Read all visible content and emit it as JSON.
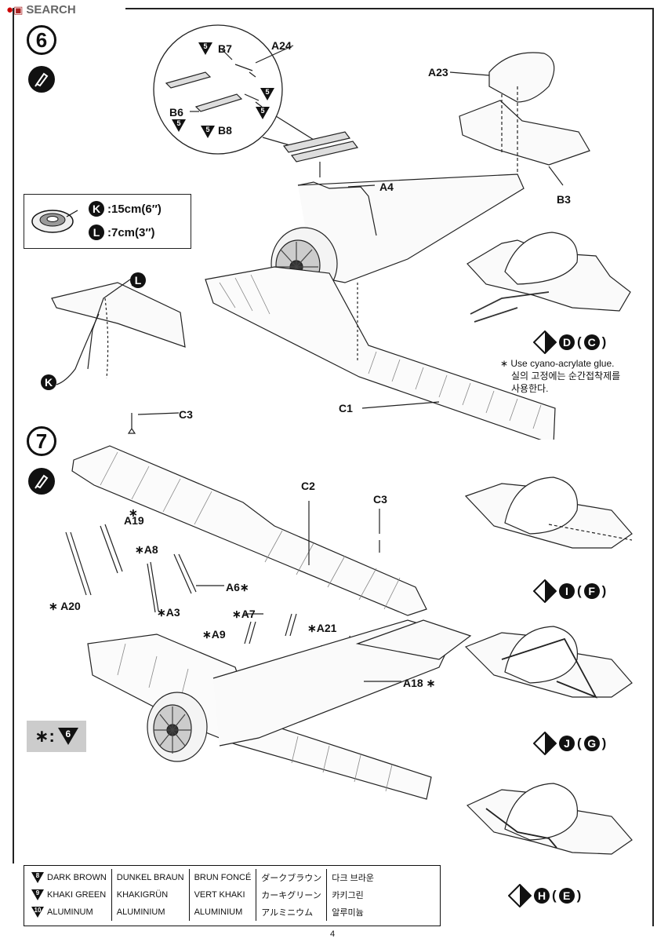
{
  "watermark": "SEARCH",
  "steps": {
    "step6": {
      "number": "6"
    },
    "step7": {
      "number": "7"
    }
  },
  "thread_box": {
    "k_letter": "K",
    "k_length": ":15cm(6″)",
    "l_letter": "L",
    "l_length": ":7cm(3″)"
  },
  "labels": {
    "a24": "A24",
    "b7": "B7",
    "b6": "B6",
    "b8": "B8",
    "a23": "A23",
    "a4": "A4",
    "b3": "B3",
    "c1": "C1",
    "c3_top": "C3",
    "c2": "C2",
    "c3_right": "C3",
    "a19": "A19",
    "a8": "A8",
    "a6": "A6",
    "a3": "A3",
    "a20": "A20",
    "a7": "A7",
    "a9": "A9",
    "a21": "A21",
    "a18": "A18",
    "paint5": "5",
    "star": "∗",
    "thread_l": "L",
    "thread_k": "K"
  },
  "glue_note": {
    "line1": "∗ Use cyano-acrylate glue.",
    "line2": "실의 고정에는 순간접착제를",
    "line3": "사용한다."
  },
  "legend": {
    "star_label": "∗:",
    "paint_num": "6"
  },
  "views": {
    "d": {
      "primary": "D",
      "secondary": "C"
    },
    "i": {
      "primary": "I",
      "secondary": "F"
    },
    "j": {
      "primary": "J",
      "secondary": "G"
    },
    "h": {
      "primary": "H",
      "secondary": "E"
    }
  },
  "colors": {
    "rows": [
      {
        "num": "8",
        "en": "DARK BROWN",
        "de": "DUNKEL BRAUN",
        "fr": "BRUN FONCÉ",
        "jp": "ダークブラウン",
        "kr": "다크 브라운"
      },
      {
        "num": "9",
        "en": "KHAKI GREEN",
        "de": "KHAKIGRÜN",
        "fr": "VERT KHAKI",
        "jp": "カーキグリーン",
        "kr": "카키그린"
      },
      {
        "num": "10",
        "en": "ALUMINUM",
        "de": "ALUMINIUM",
        "fr": "ALUMINIUM",
        "jp": "アルミニウム",
        "kr": "알루미늄"
      }
    ]
  },
  "page_number": "4"
}
